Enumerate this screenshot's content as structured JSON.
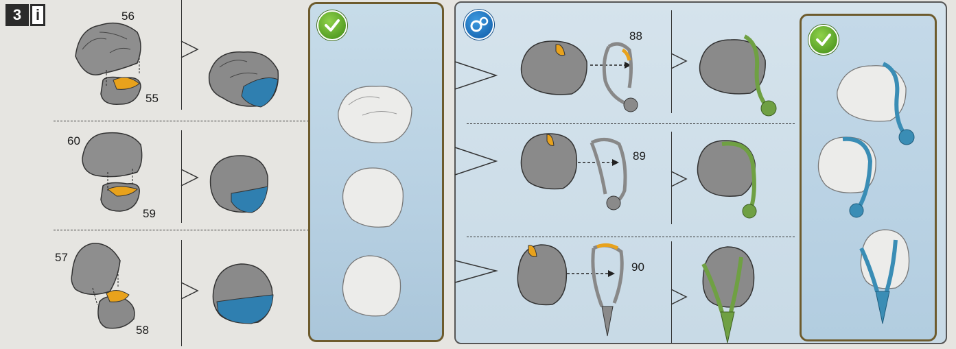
{
  "step": {
    "number": "3",
    "info": "i"
  },
  "left_rows": [
    {
      "top_part": "56",
      "bottom_part": "55"
    },
    {
      "top_part": "60",
      "bottom_part": "59"
    },
    {
      "top_part": "57",
      "bottom_part": "58"
    }
  ],
  "middle_rows": [
    {
      "part": "88"
    },
    {
      "part": "89"
    },
    {
      "part": "90"
    }
  ],
  "icons": {
    "check": "check-icon",
    "gear": "gear-icon"
  },
  "colors": {
    "assembled_highlight": "#2f7fb0",
    "glue_yellow": "#e8a21c",
    "attached_green": "#6fa043",
    "final_blue": "#3a8db5",
    "panel_frame": "#6d5b2d"
  }
}
